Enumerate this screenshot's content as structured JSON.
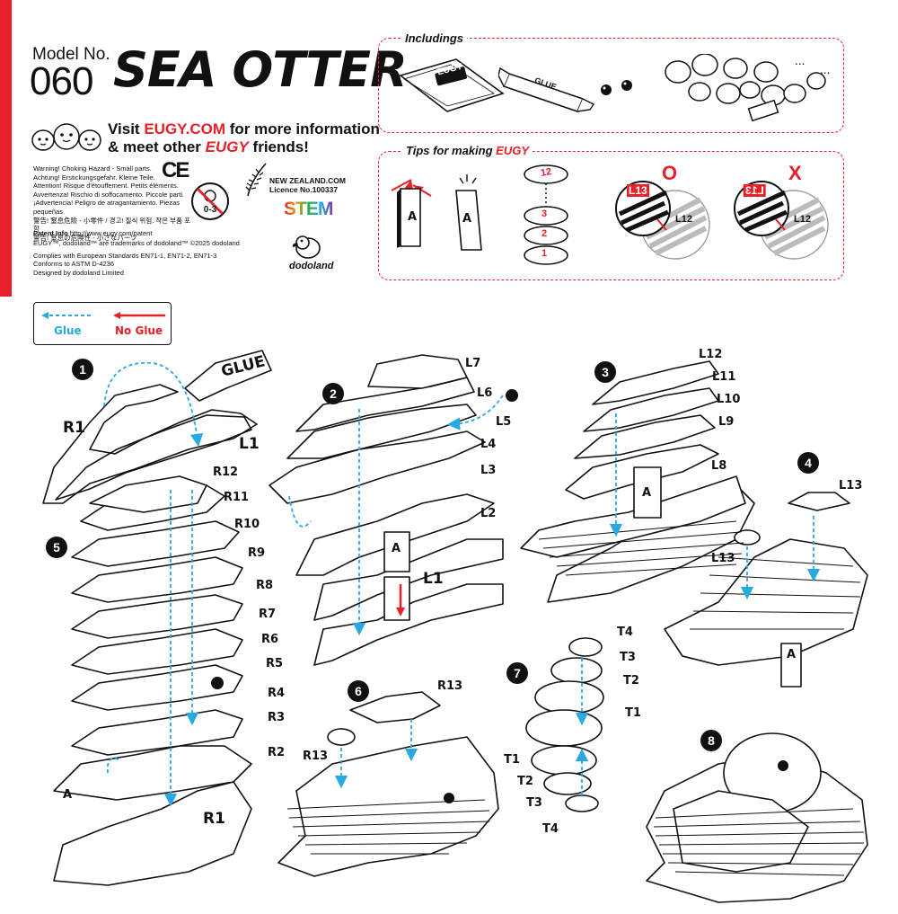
{
  "header": {
    "model_label": "Model No.",
    "model_number": "060",
    "title": "SEA OTTER",
    "visit_line1_pre": "Visit ",
    "visit_line1_link": "EUGY.COM",
    "visit_line1_post": " for more information",
    "visit_line2_pre": "& meet other ",
    "visit_line2_brand": "EUGY",
    "visit_line2_post": " friends!"
  },
  "warnings": [
    "Warning! Choking Hazard - Small parts.",
    "Achtung! Erstickungsgefahr. Kleine Teile.",
    "Attention! Risque d'étouffement. Petits éléments.",
    "Avvertenza! Rischio di soffocamento. Piccole parti.",
    "¡Advertencia! Peligro de atragantamiento. Piezas pequeñas.",
    "警告! 窒息危險 - 小零件 / 경고! 질식 위험. 작은 부품 포함",
    "警告! 窒息の危険性 - 小さなパーツ"
  ],
  "certs": {
    "ce": "CE",
    "age": "0-3",
    "nz_line1": "NEW ZEALAND.COM",
    "nz_line2": "Licence No.100337",
    "stem": "STEM",
    "brand": "dodoland"
  },
  "legal": {
    "patent_label": "Patent Info",
    "patent_url": "http://www.eugy.com/patent",
    "trademark": "EUGY™, dodoland™ are trademarks of dodoland™ ©2025 dodoland",
    "standards1": "Complies with European Standards EN71-1, EN71-2, EN71-3",
    "standards2": "Conforms to ASTM D-4236",
    "designed": "Designed by dodoland Limited"
  },
  "includings": {
    "title": "Includings",
    "booklet": "EUGY",
    "glue": "GLUE"
  },
  "tips": {
    "title_pre": "Tips for making ",
    "title_brand": "EUGY",
    "piece_letter": "A",
    "disc_numbers": [
      "12",
      "3",
      "2",
      "1"
    ],
    "correct_mark": "O",
    "wrong_mark": "X",
    "part_top": "L13",
    "part_bottom": "L12"
  },
  "legend": {
    "glue": "Glue",
    "no_glue": "No Glue",
    "colors": {
      "glue": "#29a9e1",
      "no_glue": "#e8202a"
    }
  },
  "steps": [
    {
      "number": "1",
      "labels": [
        "GLUE",
        "R1",
        "L1"
      ]
    },
    {
      "number": "2",
      "labels": [
        "L7",
        "L6",
        "L5",
        "L4",
        "L3",
        "L2",
        "L1",
        "A"
      ]
    },
    {
      "number": "3",
      "labels": [
        "L12",
        "L11",
        "L10",
        "L9",
        "L8",
        "A"
      ]
    },
    {
      "number": "4",
      "labels": [
        "L13",
        "L13",
        "A"
      ]
    },
    {
      "number": "5",
      "labels": [
        "R12",
        "R11",
        "R10",
        "R9",
        "R8",
        "R7",
        "R6",
        "R5",
        "R4",
        "R3",
        "R2",
        "A",
        "R1"
      ]
    },
    {
      "number": "6",
      "labels": [
        "R13",
        "R13"
      ]
    },
    {
      "number": "7",
      "labels": [
        "T4",
        "T3",
        "T2",
        "T1",
        "T1",
        "T2",
        "T3",
        "T4"
      ]
    },
    {
      "number": "8",
      "labels": []
    }
  ]
}
